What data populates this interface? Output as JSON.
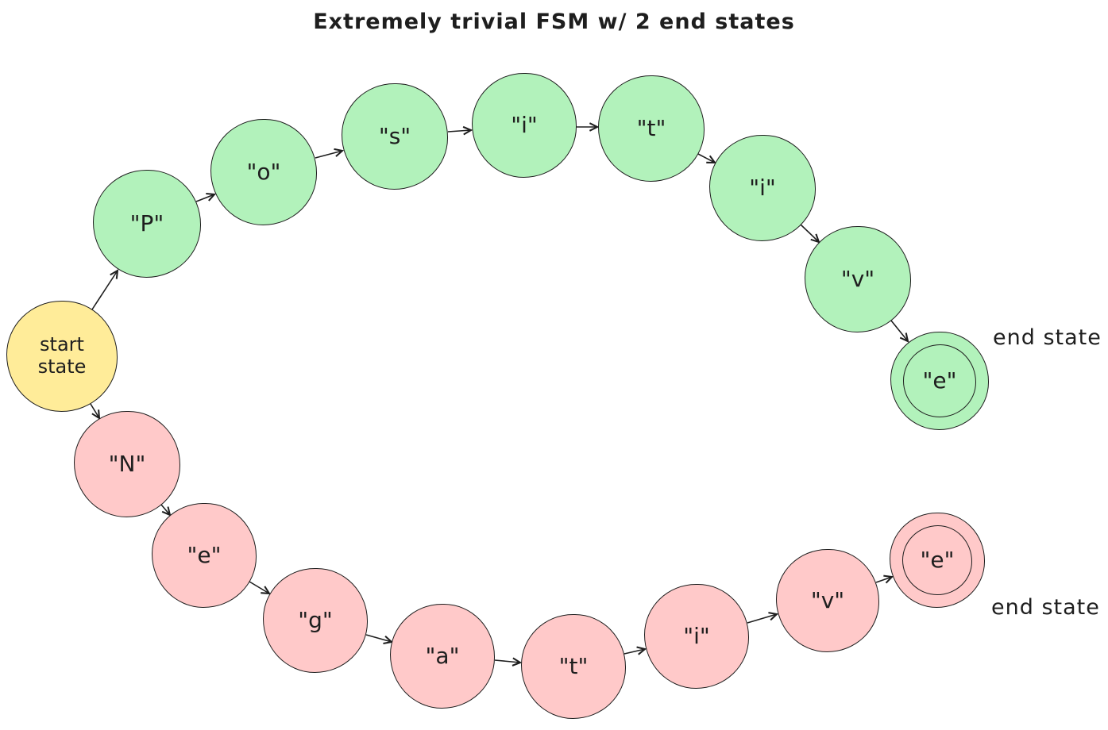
{
  "title": "Extremely trivial FSM w/ 2 end states",
  "colors": {
    "stroke": "#1e1e1e",
    "start_fill": "#ffec99",
    "positive_fill": "#b2f2bb",
    "negative_fill": "#ffc9c9",
    "background": "#ffffff"
  },
  "start_state": {
    "label": "start\nstate"
  },
  "positive_path": {
    "nodes": [
      {
        "label": "\"P\""
      },
      {
        "label": "\"o\""
      },
      {
        "label": "\"s\""
      },
      {
        "label": "\"i\""
      },
      {
        "label": "\"t\""
      },
      {
        "label": "\"i\""
      },
      {
        "label": "\"v\""
      },
      {
        "label": "\"e\""
      }
    ],
    "end_state_label": "end state"
  },
  "negative_path": {
    "nodes": [
      {
        "label": "\"N\""
      },
      {
        "label": "\"e\""
      },
      {
        "label": "\"g\""
      },
      {
        "label": "\"a\""
      },
      {
        "label": "\"t\""
      },
      {
        "label": "\"i\""
      },
      {
        "label": "\"v\""
      },
      {
        "label": "\"e\""
      }
    ],
    "end_state_label": "end state"
  }
}
